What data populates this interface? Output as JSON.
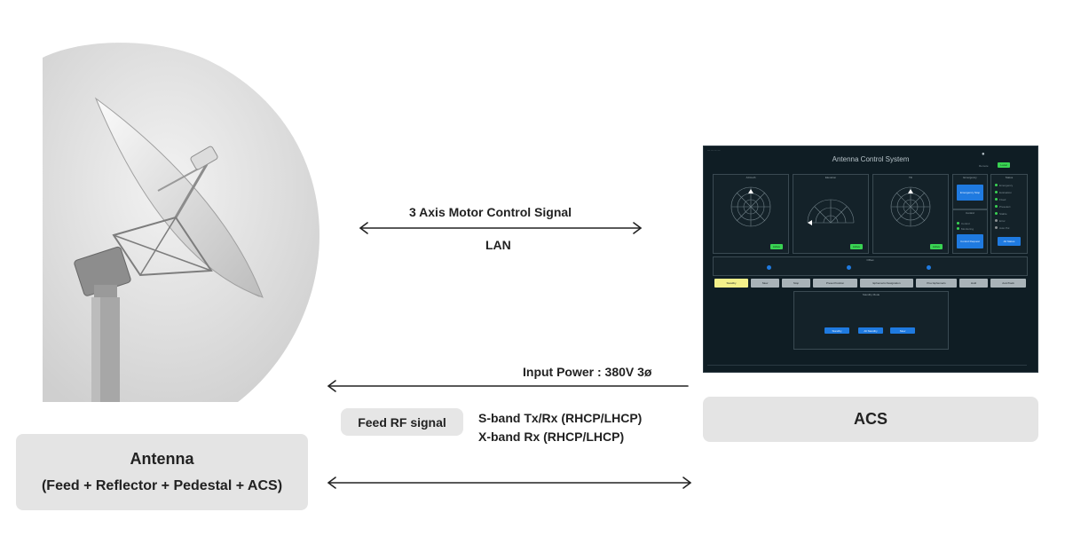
{
  "labels": {
    "antenna_title": "Antenna",
    "antenna_subtitle": "(Feed + Reflector + Pedestal + ACS)",
    "acs": "ACS",
    "motor_signal": "3 Axis Motor Control Signal",
    "lan": "LAN",
    "input_power": "Input Power : 380V 3ø",
    "feed_rf": "Feed RF signal",
    "s_band": "S-band Tx/Rx (RHCP/LHCP)",
    "x_band": "X-band Rx (RHCP/LHCP)"
  },
  "screen": {
    "title": "Antenna Control System",
    "panels": {
      "azimuth": "Azimuth",
      "elevation": "Elevation",
      "tilt": "Tilt",
      "emergency": "Emergency",
      "control": "Control",
      "status": "Status",
      "offset": "Offset",
      "standby_mode": "Standby Mode"
    },
    "buttons": {
      "emergency_stop": "Emergency Stop",
      "control_request": "Control Request",
      "all_status": "All Status",
      "active": "Active",
      "standby": "Standby",
      "all_standby": "All Standby",
      "slew": "Slew"
    },
    "modes": [
      "Standby",
      "Slew",
      "Stop",
      "Preset Position",
      "Ephemeris Designation",
      "Prev Ephemeris",
      "Hold",
      "AutoTrack"
    ],
    "status_items": [
      "Emergency",
      "Evaluation",
      "Fixed",
      "Preselect",
      "Stable",
      "Error",
      "Auto Pol"
    ],
    "control_items": [
      "Control",
      "Monitoring"
    ],
    "header_right": {
      "tab_remote": "Remote",
      "tab_local": "Local"
    }
  },
  "colors": {
    "screen_bg": "#0f1d24",
    "button_blue": "#1f7ae0",
    "status_green": "#39d353",
    "mode_active": "#f4f08a",
    "label_box": "#e4e4e4"
  }
}
